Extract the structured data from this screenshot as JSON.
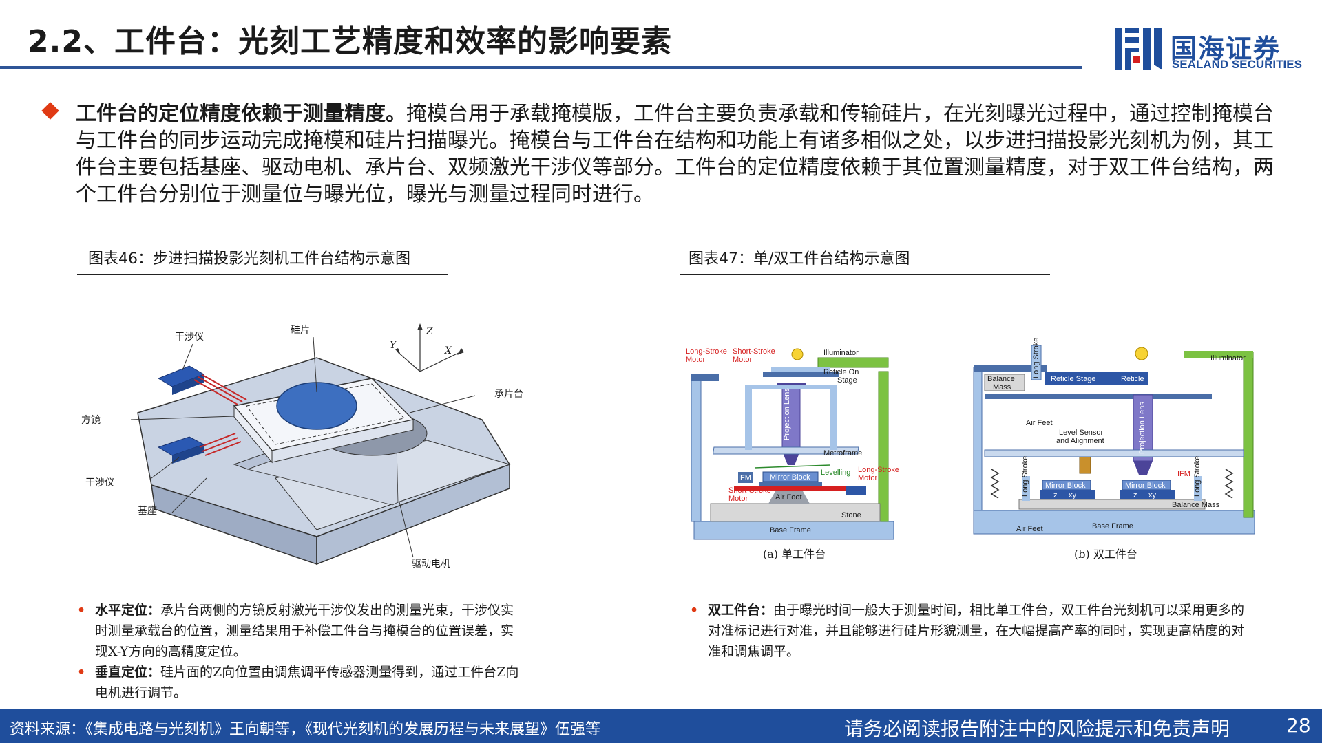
{
  "header": {
    "title": "2.2、工件台：光刻工艺精度和效率的影响要素",
    "logo_cn": "国海证券",
    "logo_en": "SEALAND SECURITIES"
  },
  "intro": {
    "bold": "工件台的定位精度依赖于测量精度。",
    "text": "掩模台用于承载掩模版，工件台主要负责承载和传输硅片，在光刻曝光过程中，通过控制掩模台与工件台的同步运动完成掩模和硅片扫描曝光。掩模台与工件台在结构和功能上有诸多相似之处，以步进扫描投影光刻机为例，其工件台主要包括基座、驱动电机、承片台、双频激光干涉仪等部分。工件台的定位精度依赖于其位置测量精度，对于双工件台结构，两个工件台分别位于测量位与曝光位，曝光与测量过程同时进行。"
  },
  "fig46": {
    "caption": "图表46：步进扫描投影光刻机工件台结构示意图",
    "labels": {
      "wafer": "硅片",
      "interferometer_top": "干涉仪",
      "mirror": "方镜",
      "interferometer_bottom": "干涉仪",
      "base": "基座",
      "chuck": "承片台",
      "motor": "驱动电机",
      "axis_z": "Z",
      "axis_y": "Y",
      "axis_x": "X"
    },
    "notes": [
      {
        "bold": "水平定位：",
        "text": "承片台两侧的方镜反射激光干涉仪发出的测量光束，干涉仪实时测量承载台的位置，测量结果用于补偿工件台与掩模台的位置误差，实现X-Y方向的高精度定位。"
      },
      {
        "bold": "垂直定位：",
        "text": "硅片面的Z向位置由调焦调平传感器测量得到，通过工件台Z向电机进行调节。"
      }
    ]
  },
  "fig47": {
    "caption": "图表47：单/双工件台结构示意图",
    "single": {
      "caption": "(a) 单工件台",
      "labels": {
        "long_stroke": "Long-Stroke\nMotor",
        "short_stroke": "Short-Stroke\nMotor",
        "illuminator": "Illuminator",
        "reticle": "Reticle On\nStage",
        "projection": "Projection\nLens",
        "metroframe": "Metroframe",
        "ifm": "IFM",
        "mirror_block": "Mirror Block",
        "levelling": "Levelling",
        "long_stroke_right": "Long-Stroke\nMotor",
        "short_stroke_bottom": "Short-Stroke\nMotor",
        "air_foot": "Air Foot",
        "stone": "Stone",
        "base_frame": "Base Frame"
      }
    },
    "dual": {
      "caption": "(b) 双工件台",
      "labels": {
        "balance_mass": "Balance\nMass",
        "long_stroke": "Long Stroke",
        "reticle_stage": "Reticle Stage",
        "reticle": "Reticle",
        "illuminator": "Illuminator",
        "air_feet_top": "Air Feet",
        "level_sensor": "Level Sensor\nand Alignment",
        "projection": "Projection\nLens",
        "ifm": "IFM",
        "mirror_block_left": "Mirror Block",
        "mirror_block_right": "Mirror Block",
        "long_stroke_left": "Long\nStroke",
        "long_stroke_right": "Long\nStroke",
        "balance_mass_bottom": "Balance Mass",
        "air_feet_bottom": "Air Feet",
        "base_frame": "Base Frame",
        "z": "z",
        "xy": "xy"
      }
    },
    "notes": [
      {
        "bold": "双工件台：",
        "text": "由于曝光时间一般大于测量时间，相比单工件台，双工件台光刻机可以采用更多的对准标记进行对准，并且能够进行硅片形貌测量，在大幅提高产率的同时，实现更高精度的对准和调焦调平。"
      }
    ]
  },
  "footer": {
    "source": "资料来源：《集成电路与光刻机》王向朝等，《现代光刻机的发展历程与未来展望》伍强等",
    "disclaimer": "请务必阅读报告附注中的风险提示和免责声明",
    "page": "28"
  },
  "colors": {
    "brand_blue": "#1f4e9c",
    "accent_red": "#e03a14",
    "title_rule": "#2f5597"
  }
}
